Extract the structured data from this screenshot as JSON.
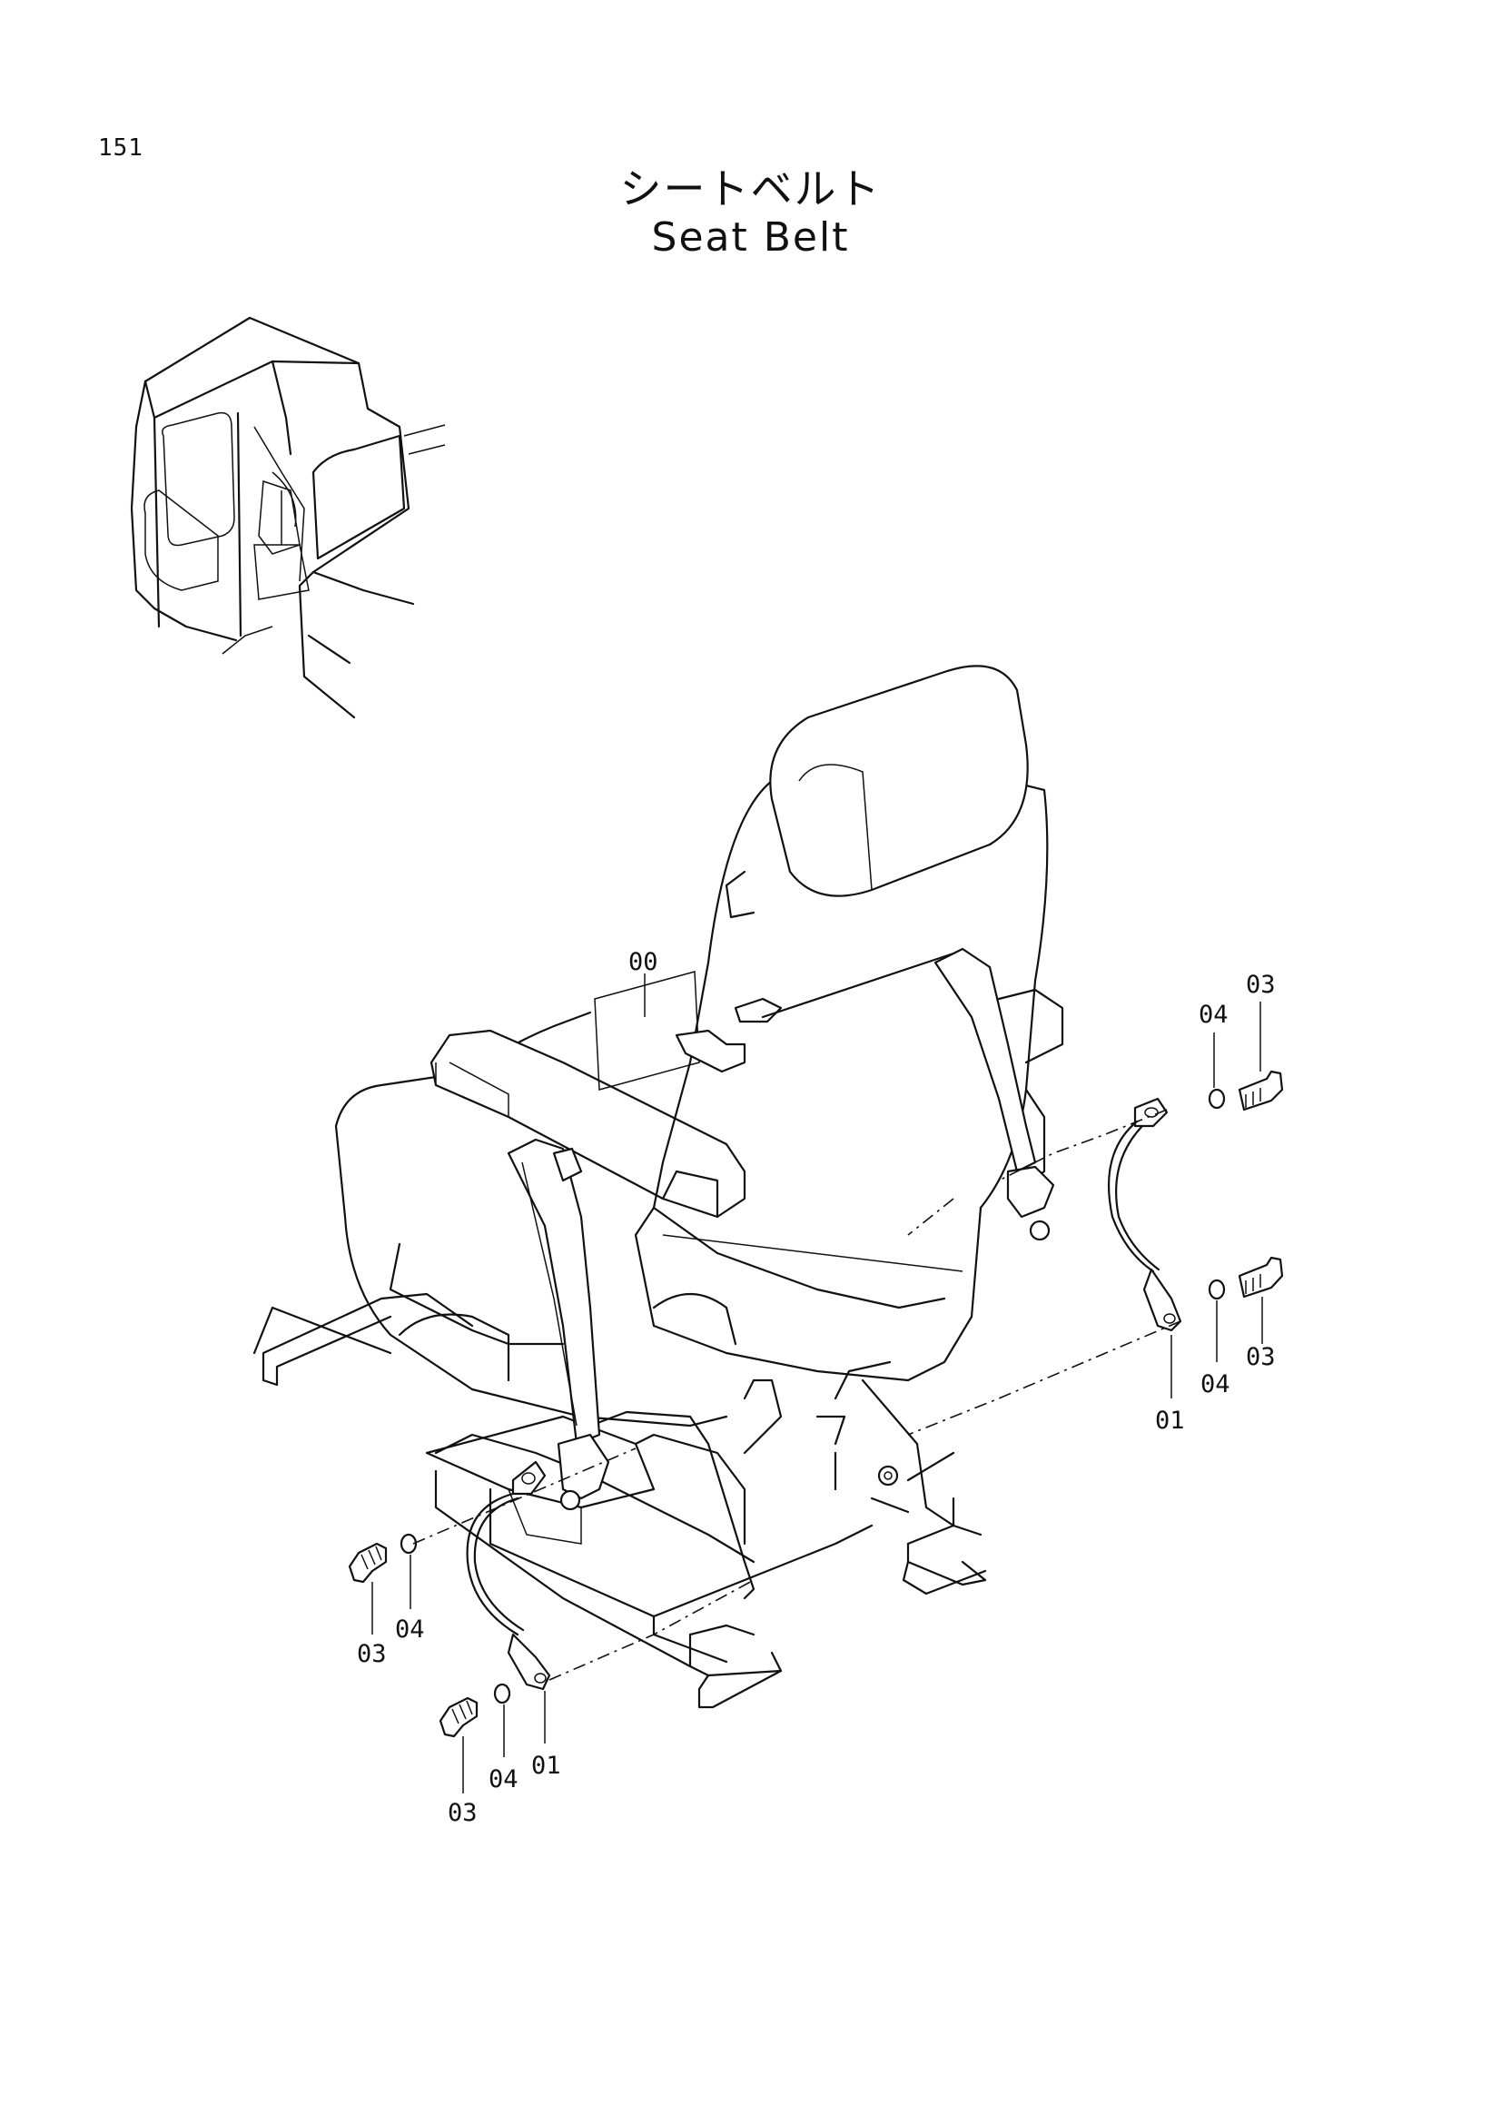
{
  "page_number": "151",
  "title_jp": "シートベルト",
  "title_en": "Seat Belt",
  "callouts": {
    "c00": "00",
    "c04_tr": "04",
    "c03_tr": "03",
    "c01_r": "01",
    "c04_r": "04",
    "c03_r": "03",
    "c03_l": "03",
    "c04_l": "04",
    "c01_b": "01",
    "c04_b": "04",
    "c03_b": "03"
  }
}
